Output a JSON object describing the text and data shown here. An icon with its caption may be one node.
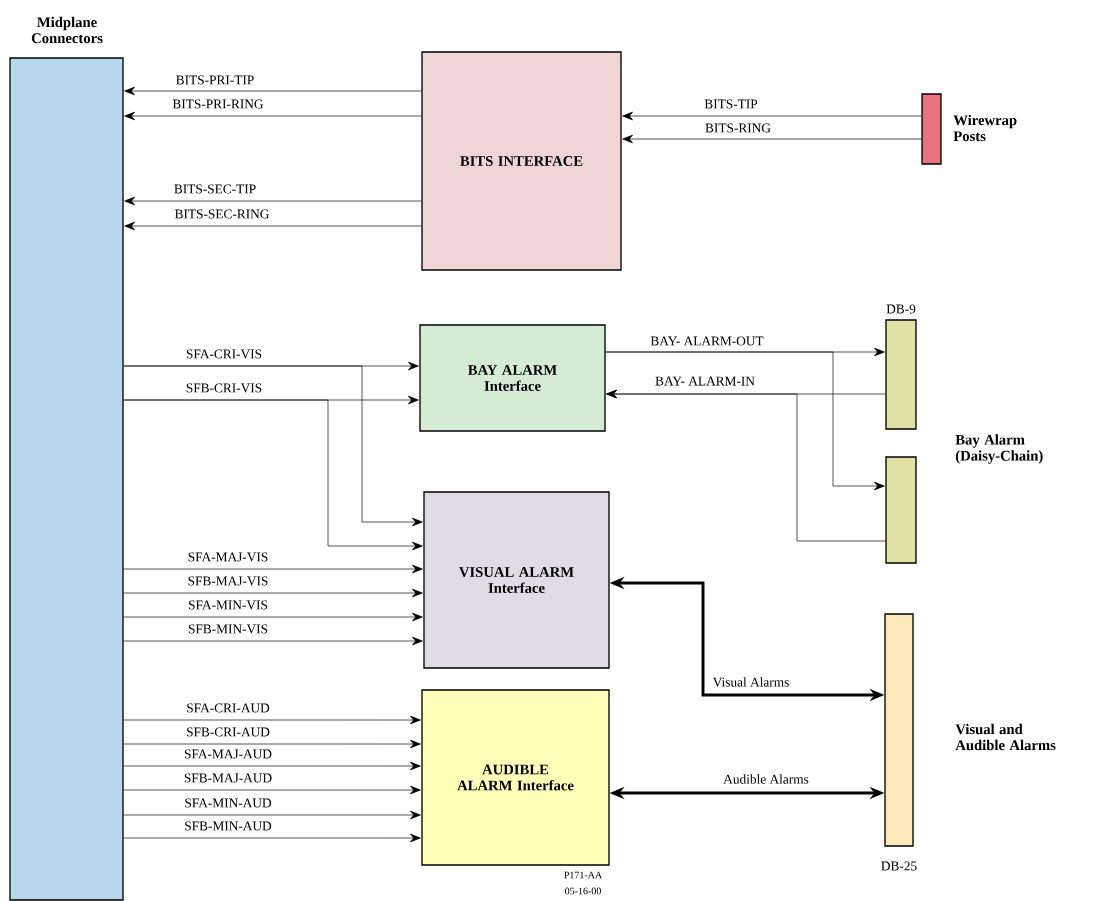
{
  "diagram": {
    "nodes": [
      {
        "text": [
          "Midplane Connectors"
        ]
      },
      {
        "text": [
          "BITS INTERFACE"
        ]
      },
      {
        "text": [
          "Wirewrap Posts"
        ]
      },
      {
        "text": [
          "BAY ALARM Interface"
        ]
      },
      {
        "text": [
          "DB-9"
        ]
      },
      {
        "text": [],
        "shape": "box"
      },
      {
        "text": [
          "VISUAL ALARM Interface"
        ]
      },
      {
        "text": [
          "AUDIBLE ALARM Interface"
        ]
      },
      {
        "text": [
          "Visual and Audible Alarms",
          "DB-25"
        ]
      }
    ],
    "edges": [
      {
        "from": 1,
        "to": 0,
        "arrow": "to",
        "label": "BITS-PRI-TIP"
      },
      {
        "from": 1,
        "to": 0,
        "arrow": "to",
        "label": "BITS-PRI-RING"
      },
      {
        "from": 1,
        "to": 0,
        "arrow": "to",
        "label": "BITS-SEC-TIP"
      },
      {
        "from": 1,
        "to": 0,
        "arrow": "to",
        "label": "BITS-SEC-RING"
      },
      {
        "from": 2,
        "to": 1,
        "arrow": "to",
        "label": "BITS-TIP"
      },
      {
        "from": 2,
        "to": 1,
        "arrow": "to",
        "label": "BITS-RING"
      },
      {
        "from": 0,
        "to": 3,
        "arrow": "to",
        "label": "SFA-CRI-VIS"
      },
      {
        "from": 0,
        "to": 6,
        "arrow": "to"
      },
      {
        "from": 0,
        "to": 3,
        "arrow": "to",
        "label": "SFB-CRI-VIS"
      },
      {
        "from": 0,
        "to": 6,
        "arrow": "to"
      },
      {
        "from": 0,
        "to": 6,
        "arrow": "to",
        "label": "SFA-MAJ-VIS"
      },
      {
        "from": 0,
        "to": 6,
        "arrow": "to",
        "label": "SFB-MAJ-VIS"
      },
      {
        "from": 0,
        "to": 6,
        "arrow": "to",
        "label": "SFA-MIN-VIS"
      },
      {
        "from": 0,
        "to": 6,
        "arrow": "to",
        "label": "SFB-MIN-VIS"
      },
      {
        "from": 0,
        "to": 7,
        "arrow": "to",
        "label": "SFA-CRI-AUD"
      },
      {
        "from": 0,
        "to": 7,
        "arrow": "to",
        "label": "SFB-CRI-AUD"
      },
      {
        "from": 0,
        "to": 7,
        "arrow": "to",
        "label": "SFA-MAJ-AUD"
      },
      {
        "from": 0,
        "to": 7,
        "arrow": "to",
        "label": "SFB-MAJ-AUD"
      },
      {
        "from": 0,
        "to": 7,
        "arrow": "to",
        "label": "SFA-MIN-AUD"
      },
      {
        "from": 0,
        "to": 7,
        "arrow": "to",
        "label": "SFB-MIN-AUD"
      },
      {
        "from": 3,
        "to": 4,
        "arrow": "to",
        "label": "BAY- ALARM-OUT"
      },
      {
        "from": 3,
        "to": 5,
        "arrow": "to"
      },
      {
        "from": 4,
        "to": 3,
        "arrow": "to",
        "label": "BAY- ALARM-IN"
      },
      {
        "from": 5,
        "to": 3,
        "arrow": "to"
      },
      {
        "from": 6,
        "to": 8,
        "arrow": "both",
        "label": "Visual Alarms",
        "style": "thick"
      },
      {
        "from": 7,
        "to": 8,
        "arrow": "both",
        "label": "Audible Alarms",
        "style": "thick"
      }
    ],
    "labels": [
      "Bay Alarm (Daisy-Chain)",
      "P171-AA 05-16-00"
    ]
  }
}
